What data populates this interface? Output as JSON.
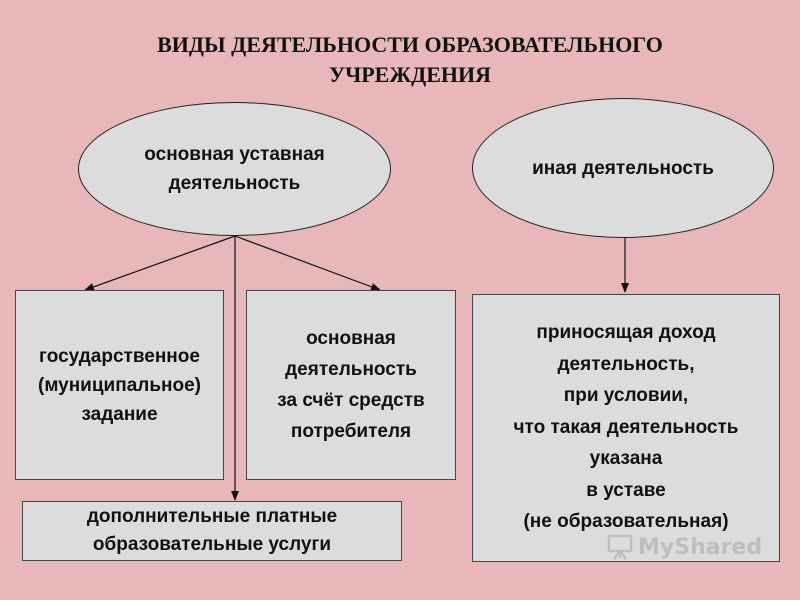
{
  "title": {
    "line1": "ВИДЫ ДЕЯТЕЛЬНОСТИ ОБРАЗОВАТЕЛЬНОГО",
    "line2": "УЧРЕЖДЕНИЯ"
  },
  "ovals": {
    "main": {
      "line1": "основная уставная",
      "line2": "деятельность"
    },
    "other": {
      "line1": "иная деятельность"
    }
  },
  "boxes": {
    "state_task": {
      "line1": "государственное",
      "line2": "(муниципальное)",
      "line3": "задание"
    },
    "consumer_funds": {
      "line1": "основная",
      "line2": "деятельность",
      "line3": "за счёт средств",
      "line4": "потребителя"
    },
    "paid_services": {
      "line1": "дополнительные платные",
      "line2": "образовательные услуги"
    },
    "income_activity": {
      "line1": "приносящая доход",
      "line2": "деятельность,",
      "line3": "при условии,",
      "line4": "что такая деятельность",
      "line5": "указана",
      "line6": "в уставе",
      "line7": "(не образовательная)"
    }
  },
  "watermark": {
    "text": "MyShared",
    "icon": "presentation-board-icon"
  },
  "colors": {
    "background": "#e8b7b9",
    "shape_fill": "#dcdcdc",
    "text": "#111111"
  }
}
